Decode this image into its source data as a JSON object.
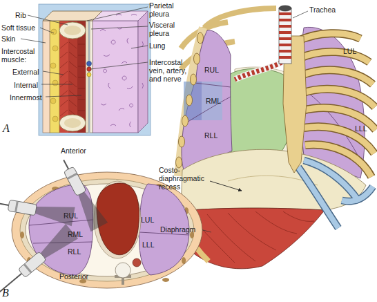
{
  "diagram": {
    "labels": [
      "Rib",
      "Soft tissue",
      "Skin",
      "Intercostal muscle:",
      "External",
      "Internal",
      "Innermost",
      "Parietal pleura",
      "Visceral pleura",
      "Lung",
      "Intercostal vein, artery, and nerve",
      "A",
      "Trachea",
      "LUL",
      "RUL",
      "RML",
      "LLL",
      "RLL",
      "Costo-diaphragmatic recess",
      "Diaphragm",
      "Anterior",
      "RUL",
      "RML",
      "LUL",
      "RLL",
      "LLL",
      "Posterior",
      "B"
    ]
  }
}
